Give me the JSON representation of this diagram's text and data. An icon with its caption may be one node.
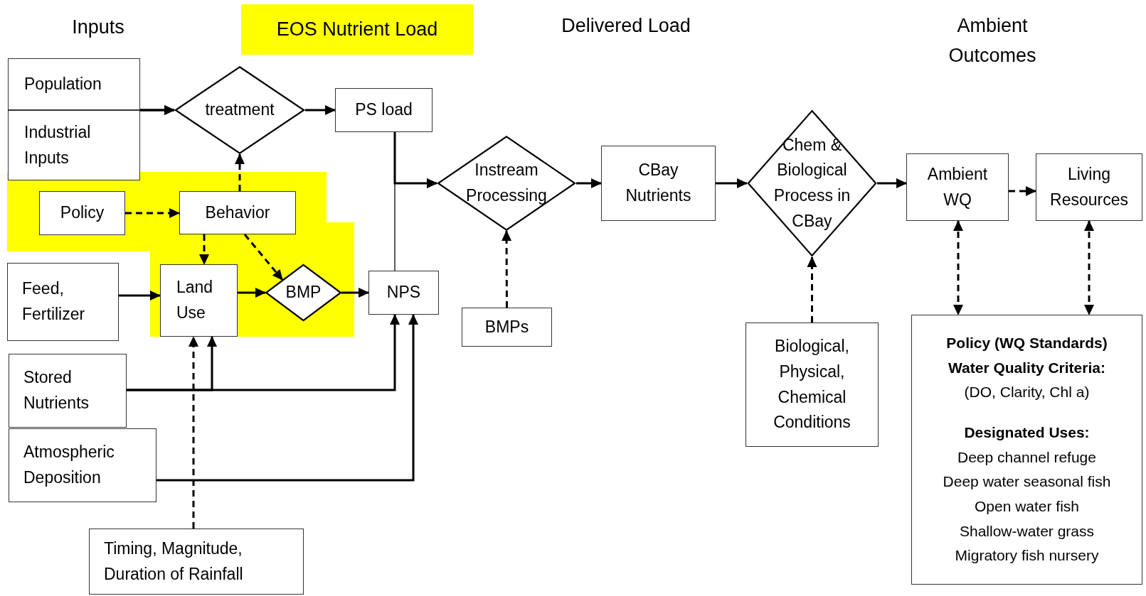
{
  "diagram": {
    "nodes": [
      {
        "text": [
          "EOS Nutrient Load"
        ]
      },
      {
        "text": [
          "Population"
        ]
      },
      {
        "text": [
          "Industrial Inputs"
        ]
      },
      {
        "text": [
          "Policy"
        ]
      },
      {
        "text": [
          "Behavior"
        ]
      },
      {
        "text": [
          "Feed, Fertilizer"
        ]
      },
      {
        "text": [
          "Land Use"
        ]
      },
      {
        "text": [
          "Stored Nutrients"
        ]
      },
      {
        "text": [
          "Atmospheric Deposition"
        ]
      },
      {
        "text": [
          "Timing, Magnitude, Duration of Rainfall"
        ]
      },
      {
        "text": [
          "treatment"
        ]
      },
      {
        "text": [
          "PS load"
        ]
      },
      {
        "text": [
          "BMP"
        ]
      },
      {
        "text": [
          "NPS"
        ]
      },
      {
        "text": [
          "Instream Processing"
        ]
      },
      {
        "text": [
          "BMPs"
        ]
      },
      {
        "text": [
          "CBay Nutrients"
        ]
      },
      {
        "text": [
          "Chem & Biological Process in CBay"
        ]
      },
      {
        "text": [
          "Biological, Physical, Chemical Conditions"
        ]
      },
      {
        "text": [
          "Ambient WQ"
        ]
      },
      {
        "text": [
          "Living Resources"
        ]
      },
      {
        "text": [
          "Policy (WQ Standards) Water Quality Criteria:",
          "(DO, Clarity, Chl a)",
          "Designated Uses:",
          "Deep channel refuge",
          "Deep water seasonal fish",
          "Open water fish",
          "Shallow-water grass",
          "Migratory fish nursery"
        ]
      }
    ],
    "edges": [
      {
        "from": 1,
        "to": 10,
        "arrow": "to"
      },
      {
        "from": 2,
        "to": 10,
        "arrow": "to"
      },
      {
        "from": 10,
        "to": 11,
        "arrow": "to"
      },
      {
        "from": 4,
        "to": 10,
        "arrow": "to",
        "style": "dashed"
      },
      {
        "from": 3,
        "to": 4,
        "arrow": "to",
        "style": "dashed"
      },
      {
        "from": 4,
        "to": 6,
        "arrow": "to",
        "style": "dashed"
      },
      {
        "from": 4,
        "to": 12,
        "arrow": "to",
        "style": "dashed"
      },
      {
        "from": 5,
        "to": 6,
        "arrow": "to"
      },
      {
        "from": 6,
        "to": 12,
        "arrow": "to"
      },
      {
        "from": 12,
        "to": 13,
        "arrow": "to"
      },
      {
        "from": 11,
        "to": 14,
        "arrow": "to"
      },
      {
        "from": 13,
        "to": 14,
        "arrow": "to"
      },
      {
        "from": 7,
        "to": 6,
        "arrow": "to"
      },
      {
        "from": 7,
        "to": 13,
        "arrow": "to"
      },
      {
        "from": 8,
        "to": 13,
        "arrow": "to"
      },
      {
        "from": 9,
        "to": 6,
        "arrow": "to",
        "style": "dashed"
      },
      {
        "from": 14,
        "to": 16,
        "arrow": "to"
      },
      {
        "from": 15,
        "to": 14,
        "arrow": "to",
        "style": "dashed"
      },
      {
        "from": 16,
        "to": 17,
        "arrow": "to"
      },
      {
        "from": 18,
        "to": 17,
        "arrow": "to",
        "style": "dashed"
      },
      {
        "from": 17,
        "to": 19,
        "arrow": "to"
      },
      {
        "from": 19,
        "to": 20,
        "arrow": "to",
        "style": "dashed"
      },
      {
        "from": 19,
        "to": 21,
        "arrow": "both",
        "style": "dashed"
      },
      {
        "from": 20,
        "to": 21,
        "arrow": "both",
        "style": "dashed"
      }
    ],
    "labels": [
      "Inputs",
      "Delivered Load",
      "Ambient Outcomes"
    ]
  }
}
